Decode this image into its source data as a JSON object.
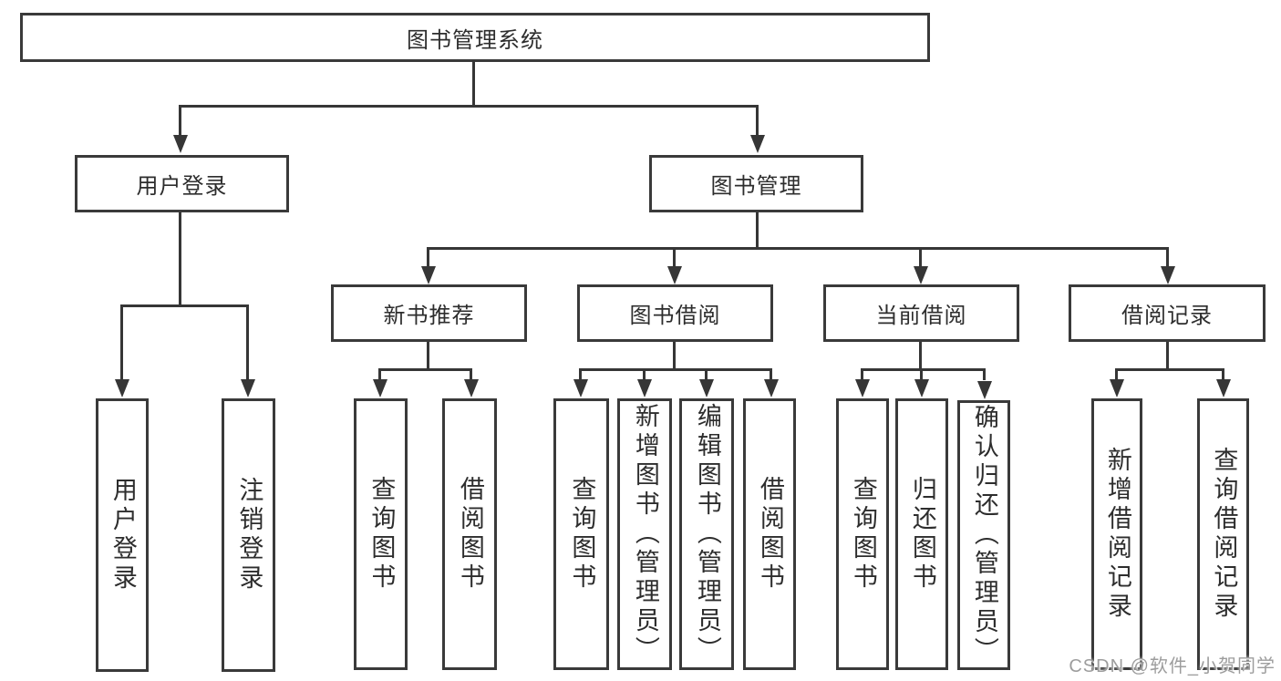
{
  "diagram": {
    "title": "图书管理系统",
    "colors": {
      "line": "#363636",
      "border": "#3a3a3a",
      "text": "#2d2d2d",
      "watermark": "#9d9d9d",
      "background": "#ffffff"
    },
    "level2": {
      "user_login": "用户登录",
      "book_mgmt": "图书管理"
    },
    "level3": {
      "new_book": "新书推荐",
      "book_borrow": "图书借阅",
      "current_borrow": "当前借阅",
      "borrow_record": "借阅记录"
    },
    "leaves": {
      "user_login_1": "用户登录",
      "user_login_2": "注销登录",
      "new_book_1": "查询图书",
      "new_book_2": "借阅图书",
      "book_borrow_1": "查询图书",
      "book_borrow_2": "新增图书（管理员）",
      "book_borrow_3": "编辑图书（管理员）",
      "book_borrow_4": "借阅图书",
      "current_1": "查询图书",
      "current_2": "归还图书",
      "current_3": "确认归还（管理员）",
      "record_1": "新增借阅记录",
      "record_2": "查询借阅记录"
    },
    "watermark": "CSDN @软件_小贺同学"
  }
}
